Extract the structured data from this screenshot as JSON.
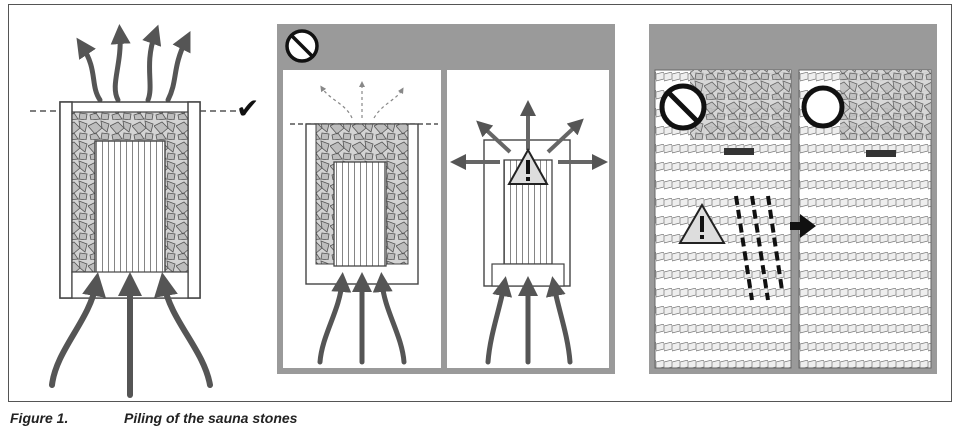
{
  "caption": {
    "label": "Figure 1.",
    "title": "Piling of the sauna stones"
  },
  "panels": [
    {
      "id": "correct",
      "status_icon": "check-mark-icon"
    },
    {
      "id": "incorrect-group",
      "status_icon": "prohibited-icon"
    },
    {
      "id": "sensor-group",
      "icons": [
        "prohibited-icon",
        "allowed-circle-icon",
        "warning-icon",
        "arrow-right-icon"
      ]
    }
  ],
  "sensor_label": "■■■■■■"
}
